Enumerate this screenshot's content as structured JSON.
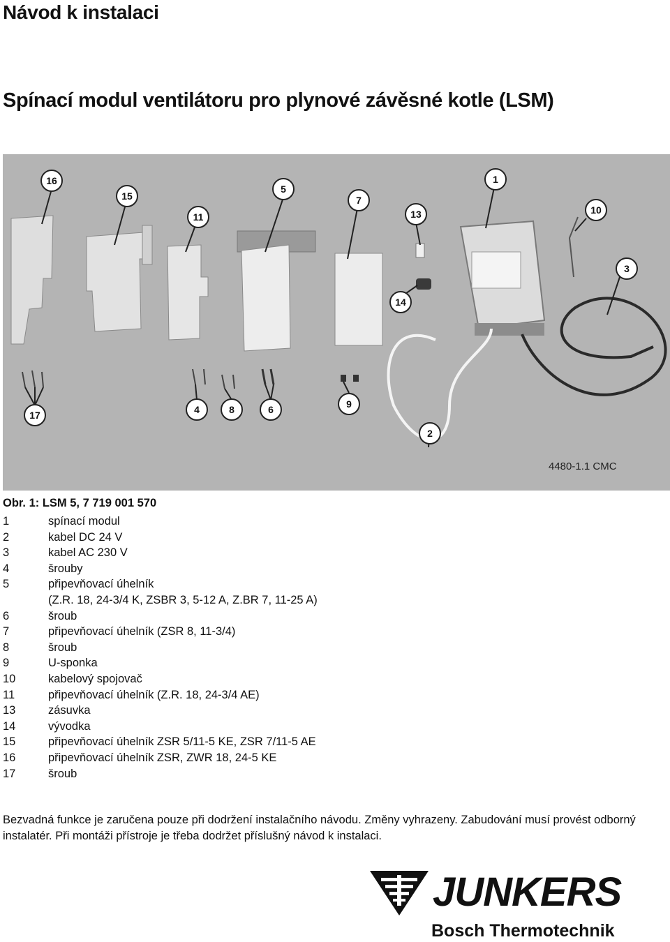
{
  "header": {
    "title": "Návod k instalaci",
    "subtitle": "Spínací modul ventilátoru pro plynové závěsné kotle (LSM)"
  },
  "figure": {
    "callouts": [
      "16",
      "15",
      "11",
      "5",
      "7",
      "13",
      "1",
      "10",
      "3",
      "14",
      "17",
      "4",
      "8",
      "6",
      "9",
      "2"
    ],
    "code": "4480-1.1 CMC",
    "caption": "Obr. 1: LSM 5, 7 719 001 570"
  },
  "parts": [
    {
      "num": "1",
      "desc": "spínací modul"
    },
    {
      "num": "2",
      "desc": "kabel DC 24 V"
    },
    {
      "num": "3",
      "desc": "kabel AC 230 V"
    },
    {
      "num": "4",
      "desc": "šrouby"
    },
    {
      "num": "5",
      "desc": "připevňovací úhelník",
      "desc2": "(Z.R. 18, 24-3/4 K, ZSBR 3, 5-12 A, Z.BR 7, 11-25 A)"
    },
    {
      "num": "6",
      "desc": "šroub"
    },
    {
      "num": "7",
      "desc": "připevňovací úhelník (ZSR 8, 11-3/4)"
    },
    {
      "num": "8",
      "desc": "šroub"
    },
    {
      "num": "9",
      "desc": "U-sponka"
    },
    {
      "num": "10",
      "desc": "kabelový spojovač"
    },
    {
      "num": "11",
      "desc": "připevňovací úhelník (Z.R. 18, 24-3/4 AE)"
    },
    {
      "num": "13",
      "desc": "zásuvka"
    },
    {
      "num": "14",
      "desc": "vývodka"
    },
    {
      "num": "15",
      "desc": "připevňovací úhelník ZSR 5/11-5 KE, ZSR 7/11-5 AE"
    },
    {
      "num": "16",
      "desc": "připevňovací úhelník ZSR, ZWR 18, 24-5 KE"
    },
    {
      "num": "17",
      "desc": "šroub"
    }
  ],
  "note": "Bezvadná funkce je zaručena pouze při dodržení instalačního návodu. Změny vyhrazeny. Zabudování musí provést odborný instalatér. Při montáži přístroje je třeba dodržet příslušný návod k instalaci.",
  "logo": {
    "brand": "JUNKERS",
    "company": "Bosch Thermotechnik"
  },
  "colors": {
    "photo_bg": "#b4b4b4",
    "text": "#111111"
  }
}
